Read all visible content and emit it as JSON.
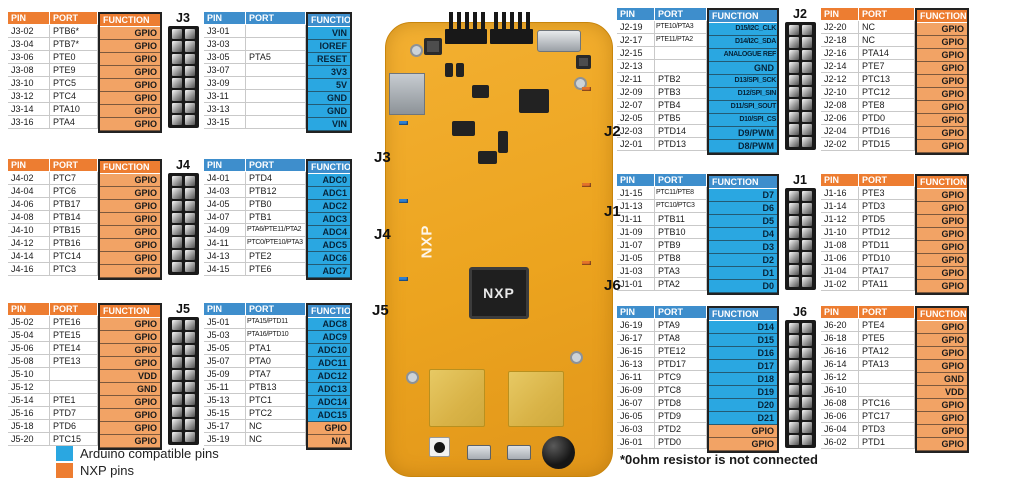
{
  "palette": {
    "orange_header": "#ED7D31",
    "orange_cell": "#F2A365",
    "blue_header": "#3E8ECC",
    "blue_cell": "#2AA7E1",
    "board_yellow": "#ECA41F"
  },
  "headers": {
    "pin": "PIN",
    "port": "PORT",
    "function": "FUNCTION"
  },
  "legend": [
    {
      "label": "Arduino compatible pins",
      "color": "blue"
    },
    {
      "label": "NXP pins",
      "color": "orange"
    }
  ],
  "note": "*0ohm resistor is not connected",
  "board": {
    "chip_label": "NXP",
    "silk_label": "NXP",
    "labels_left": [
      "J3",
      "J4",
      "J5"
    ],
    "labels_right": [
      "J2",
      "J1",
      "J6"
    ]
  },
  "tables": [
    {
      "id": "J3",
      "group": "left",
      "a": {
        "theme": "orange",
        "rows": [
          [
            "J3-02",
            "PTB6*",
            "GPIO"
          ],
          [
            "J3-04",
            "PTB7*",
            "GPIO"
          ],
          [
            "J3-06",
            "PTE0",
            "GPIO"
          ],
          [
            "J3-08",
            "PTE9",
            "GPIO"
          ],
          [
            "J3-10",
            "PTC5",
            "GPIO"
          ],
          [
            "J3-12",
            "PTC4",
            "GPIO"
          ],
          [
            "J3-14",
            "PTA10",
            "GPIO"
          ],
          [
            "J3-16",
            "PTA4",
            "GPIO"
          ]
        ]
      },
      "b": {
        "theme": "blue",
        "rows": [
          [
            "J3-01",
            "",
            "VIN"
          ],
          [
            "J3-03",
            "",
            "IOREF"
          ],
          [
            "J3-05",
            "PTA5",
            "RESET"
          ],
          [
            "J3-07",
            "",
            "3V3"
          ],
          [
            "J3-09",
            "",
            "5V"
          ],
          [
            "J3-11",
            "",
            "GND"
          ],
          [
            "J3-13",
            "",
            "GND"
          ],
          [
            "J3-15",
            "",
            "VIN"
          ]
        ]
      }
    },
    {
      "id": "J4",
      "group": "left",
      "a": {
        "theme": "orange",
        "rows": [
          [
            "J4-02",
            "PTC7",
            "GPIO"
          ],
          [
            "J4-04",
            "PTC6",
            "GPIO"
          ],
          [
            "J4-06",
            "PTB17",
            "GPIO"
          ],
          [
            "J4-08",
            "PTB14",
            "GPIO"
          ],
          [
            "J4-10",
            "PTB15",
            "GPIO"
          ],
          [
            "J4-12",
            "PTB16",
            "GPIO"
          ],
          [
            "J4-14",
            "PTC14",
            "GPIO"
          ],
          [
            "J4-16",
            "PTC3",
            "GPIO"
          ]
        ]
      },
      "b": {
        "theme": "blue",
        "rows": [
          [
            "J4-01",
            "PTD4",
            "ADC0"
          ],
          [
            "J4-03",
            "PTB12",
            "ADC1"
          ],
          [
            "J4-05",
            "PTB0",
            "ADC2"
          ],
          [
            "J4-07",
            "PTB1",
            "ADC3"
          ],
          [
            "J4-09",
            "PTA6/PTE11/PTA2",
            "ADC4"
          ],
          [
            "J4-11",
            "PTC0/PTE10/PTA3",
            "ADC5"
          ],
          [
            "J4-13",
            "PTE2",
            "ADC6"
          ],
          [
            "J4-15",
            "PTE6",
            "ADC7"
          ]
        ]
      }
    },
    {
      "id": "J5",
      "group": "left",
      "a": {
        "theme": "orange",
        "rows": [
          [
            "J5-02",
            "PTE16",
            "GPIO"
          ],
          [
            "J5-04",
            "PTE15",
            "GPIO"
          ],
          [
            "J5-06",
            "PTE14",
            "GPIO"
          ],
          [
            "J5-08",
            "PTE13",
            "GPIO"
          ],
          [
            "J5-10",
            "",
            "VDD"
          ],
          [
            "J5-12",
            "",
            "GND"
          ],
          [
            "J5-14",
            "PTE1",
            "GPIO"
          ],
          [
            "J5-16",
            "PTD7",
            "GPIO"
          ],
          [
            "J5-18",
            "PTD6",
            "GPIO"
          ],
          [
            "J5-20",
            "PTC15",
            "GPIO"
          ]
        ]
      },
      "b": {
        "theme": "blue",
        "rows": [
          [
            "J5-01",
            "PTA15/PTD11",
            "ADC8"
          ],
          [
            "J5-03",
            "PTA16/PTD10",
            "ADC9"
          ],
          [
            "J5-05",
            "PTA1",
            "ADC10"
          ],
          [
            "J5-07",
            "PTA0",
            "ADC11"
          ],
          [
            "J5-09",
            "PTA7",
            "ADC12"
          ],
          [
            "J5-11",
            "PTB13",
            "ADC13"
          ],
          [
            "J5-13",
            "PTC1",
            "ADC14"
          ],
          [
            "J5-15",
            "PTC2",
            "ADC15"
          ],
          [
            "J5-17",
            "NC",
            "GPIO",
            "orange"
          ],
          [
            "J5-19",
            "NC",
            "N/A",
            "orange"
          ]
        ]
      }
    },
    {
      "id": "J2",
      "group": "right",
      "a": {
        "theme": "blue",
        "rows": [
          [
            "J2-19",
            "PTE10/PTA3",
            "D15/I2C_CLK"
          ],
          [
            "J2-17",
            "PTE11/PTA2",
            "D14/I2C_SDA"
          ],
          [
            "J2-15",
            "",
            "ANALOGUE REF"
          ],
          [
            "J2-13",
            "",
            "GND"
          ],
          [
            "J2-11",
            "PTB2",
            "D13/SPI_SCK"
          ],
          [
            "J2-09",
            "PTB3",
            "D12/SPI_SIN"
          ],
          [
            "J2-07",
            "PTB4",
            "D11/SPI_SOUT"
          ],
          [
            "J2-05",
            "PTB5",
            "D10/SPI_CS"
          ],
          [
            "J2-03",
            "PTD14",
            "D9/PWM"
          ],
          [
            "J2-01",
            "PTD13",
            "D8/PWM"
          ]
        ]
      },
      "b": {
        "theme": "orange",
        "rows": [
          [
            "J2-20",
            "NC",
            "GPIO"
          ],
          [
            "J2-18",
            "NC",
            "GPIO"
          ],
          [
            "J2-16",
            "PTA14",
            "GPIO"
          ],
          [
            "J2-14",
            "PTE7",
            "GPIO"
          ],
          [
            "J2-12",
            "PTC13",
            "GPIO"
          ],
          [
            "J2-10",
            "PTC12",
            "GPIO"
          ],
          [
            "J2-08",
            "PTE8",
            "GPIO"
          ],
          [
            "J2-06",
            "PTD0",
            "GPIO"
          ],
          [
            "J2-04",
            "PTD16",
            "GPIO"
          ],
          [
            "J2-02",
            "PTD15",
            "GPIO"
          ]
        ]
      }
    },
    {
      "id": "J1",
      "group": "right",
      "a": {
        "theme": "blue",
        "rows": [
          [
            "J1-15",
            "PTC11/PTE8",
            "D7"
          ],
          [
            "J1-13",
            "PTC10/PTC3",
            "D6"
          ],
          [
            "J1-11",
            "PTB11",
            "D5"
          ],
          [
            "J1-09",
            "PTB10",
            "D4"
          ],
          [
            "J1-07",
            "PTB9",
            "D3"
          ],
          [
            "J1-05",
            "PTB8",
            "D2"
          ],
          [
            "J1-03",
            "PTA3",
            "D1"
          ],
          [
            "J1-01",
            "PTA2",
            "D0"
          ]
        ]
      },
      "b": {
        "theme": "orange",
        "rows": [
          [
            "J1-16",
            "PTE3",
            "GPIO"
          ],
          [
            "J1-14",
            "PTD3",
            "GPIO"
          ],
          [
            "J1-12",
            "PTD5",
            "GPIO"
          ],
          [
            "J1-10",
            "PTD12",
            "GPIO"
          ],
          [
            "J1-08",
            "PTD11",
            "GPIO"
          ],
          [
            "J1-06",
            "PTD10",
            "GPIO"
          ],
          [
            "J1-04",
            "PTA17",
            "GPIO"
          ],
          [
            "J1-02",
            "PTA11",
            "GPIO"
          ]
        ]
      }
    },
    {
      "id": "J6",
      "group": "right",
      "a": {
        "theme": "blue",
        "rows": [
          [
            "J6-19",
            "PTA9",
            "D14"
          ],
          [
            "J6-17",
            "PTA8",
            "D15"
          ],
          [
            "J6-15",
            "PTE12",
            "D16"
          ],
          [
            "J6-13",
            "PTD17",
            "D17"
          ],
          [
            "J6-11",
            "PTC9",
            "D18"
          ],
          [
            "J6-09",
            "PTC8",
            "D19"
          ],
          [
            "J6-07",
            "PTD8",
            "D20"
          ],
          [
            "J6-05",
            "PTD9",
            "D21"
          ],
          [
            "J6-03",
            "PTD2",
            "GPIO",
            "orange"
          ],
          [
            "J6-01",
            "PTD0",
            "GPIO",
            "orange"
          ]
        ]
      },
      "b": {
        "theme": "orange",
        "rows": [
          [
            "J6-20",
            "PTE4",
            "GPIO"
          ],
          [
            "J6-18",
            "PTE5",
            "GPIO"
          ],
          [
            "J6-16",
            "PTA12",
            "GPIO"
          ],
          [
            "J6-14",
            "PTA13",
            "GPIO"
          ],
          [
            "J6-12",
            "",
            "GND"
          ],
          [
            "J6-10",
            "",
            "VDD"
          ],
          [
            "J6-08",
            "PTC16",
            "GPIO"
          ],
          [
            "J6-06",
            "PTC17",
            "GPIO"
          ],
          [
            "J6-04",
            "PTD3",
            "GPIO"
          ],
          [
            "J6-02",
            "PTD1",
            "GPIO"
          ]
        ]
      }
    }
  ]
}
